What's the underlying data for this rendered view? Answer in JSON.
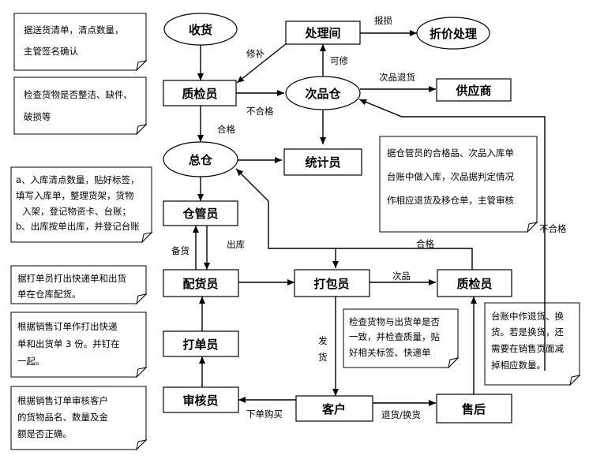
{
  "nodes": {
    "shouhuo": "收货",
    "zhijian1": "质检员",
    "zongcang": "总仓",
    "chuli": "处理间",
    "zhejia": "折价处理",
    "cipincang": "次品仓",
    "gongying": "供应商",
    "tongji": "统计员",
    "cangguan": "仓管员",
    "peihuo": "配货员",
    "dabao": "打包员",
    "zhijian2": "质检员",
    "dadan": "打单员",
    "shenhe": "审核员",
    "kehu": "客户",
    "shouhou": "售后"
  },
  "edge_labels": {
    "baosun": "报损",
    "xiubu": "修补",
    "kexiu": "可修",
    "cipintuihuo": "次品退货",
    "buhege1": "不合格",
    "hege1": "合格",
    "beihuo": "备货",
    "chuku": "出库",
    "cipin": "次品",
    "hege2": "合格",
    "buhege2": "不合格",
    "fa": "发",
    "huo": "货",
    "xiadan": "下单购买",
    "tuihuo": "退货/换货"
  },
  "notes": {
    "n1": [
      "据送货清单，清点数量，",
      "主管签名确认"
    ],
    "n2": [
      "检查货物是否整洁、缺件、",
      "破损等"
    ],
    "n3": [
      "a、入库清点数量，贴好标签，",
      "填写入库单，整理货架，货物",
      "入架，登记物资卡、台账；",
      "b、出库按单出库，并登记台账"
    ],
    "n4": [
      "据仓管员的合格品、次品入库单",
      "台账中做入库，次品据判定情况",
      "作相应退货及移仓单，主管审核"
    ],
    "n5": [
      "据打单员打出快递单和出货",
      "单在仓库配货。"
    ],
    "n6": [
      "检查货物与出货单是否",
      "一致，并检查质量，贴",
      "好相关标签、快递单"
    ],
    "n7": [
      "台账中作退货、换",
      "货。若是换货，还",
      "需要在销售页面减",
      "掉相应数量。"
    ],
    "n8": [
      "根据销售订单作打出快递",
      "单和出货单 3 份。并钉在",
      "一起。"
    ],
    "n9": [
      "根据销售订单审核客户",
      "的货物品名、数量及金",
      "额是否正确。"
    ]
  }
}
